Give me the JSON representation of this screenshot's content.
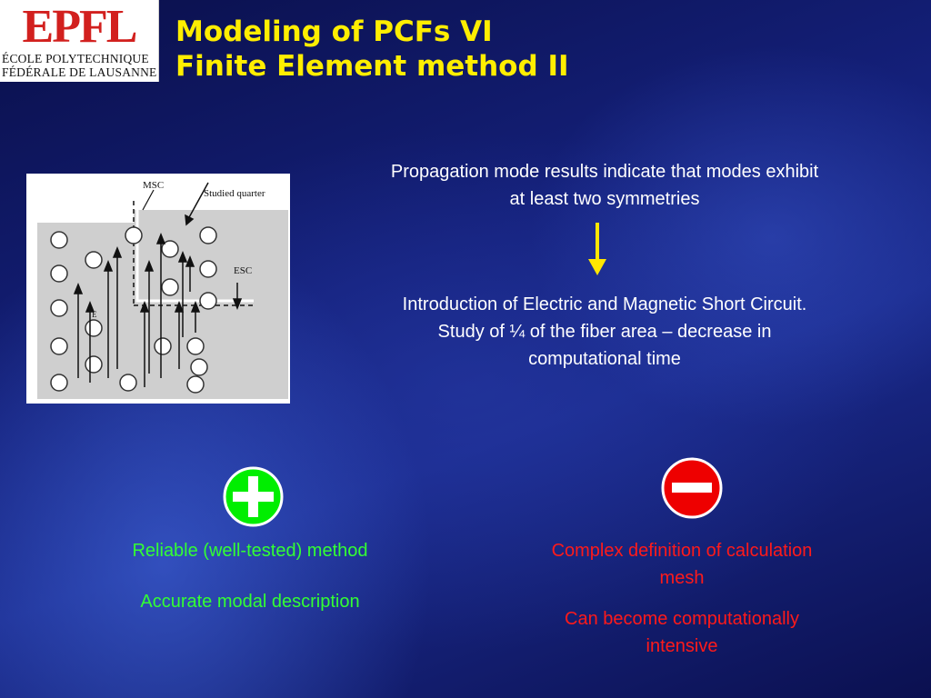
{
  "logo": {
    "mark": "EPFL",
    "line1": "ÉCOLE POLYTECHNIQUE",
    "line2": "FÉDÉRALE DE LAUSANNE"
  },
  "title": {
    "line1": "Modeling of PCFs VI",
    "line2": "Finite Element method II"
  },
  "figure": {
    "label_msc": "MSC",
    "label_studied": "Studied quarter",
    "label_esc": "ESC",
    "label_field": "E",
    "icons": [
      "arrow-up-icon",
      "circle-hole-icon"
    ]
  },
  "text": {
    "propagation_line1": "Propagation mode results indicate that modes exhibit",
    "propagation_line2": "at least two symmetries",
    "intro_line1": "Introduction of Electric and Magnetic Short Circuit.",
    "intro_line2": "Study of ¼ of the fiber area – decrease in",
    "intro_line3": "computational time"
  },
  "pros": {
    "icon": "plus-icon",
    "item1": "Reliable (well-tested) method",
    "item2": "Accurate modal description"
  },
  "cons": {
    "icon": "minus-icon",
    "item1_line1": "Complex definition of calculation",
    "item1_line2": "mesh",
    "item2_line1": "Can become computationally",
    "item2_line2": "intensive"
  },
  "colors": {
    "title": "#ffee00",
    "pro": "#33ff33",
    "con": "#ff1a1a",
    "plus_bg": "#00ee00",
    "minus_bg": "#ee0000",
    "logo_red": "#d2201e"
  }
}
